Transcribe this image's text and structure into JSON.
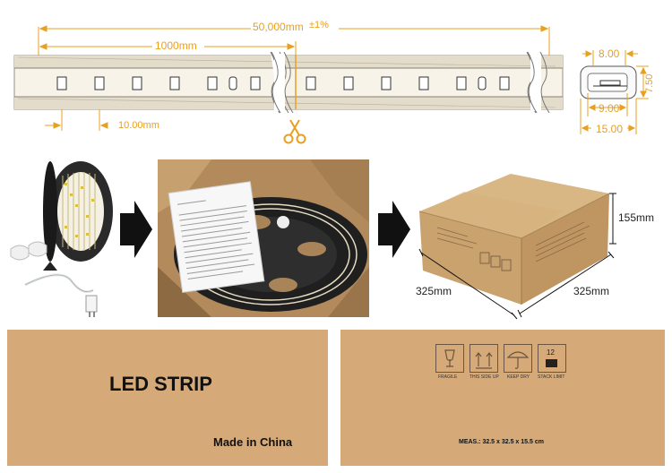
{
  "dimensions": {
    "total_length": "50,000mm",
    "tolerance": "±1%",
    "segment_length": "1000mm",
    "led_pitch": "10.00mm",
    "width_top": "8.00",
    "height": "7.50",
    "width_inner": "9.00",
    "width_total": "15.00"
  },
  "box_dimensions": {
    "height": "155mm",
    "length": "325mm",
    "width": "325mm"
  },
  "carton_front": {
    "title": "LED STRIP",
    "origin": "Made in China"
  },
  "carton_side": {
    "symbols": [
      {
        "icon": "fragile-glass-icon",
        "label": "FRAGILE"
      },
      {
        "icon": "this-side-up-icon",
        "label": "THIS SIDE UP"
      },
      {
        "icon": "keep-dry-umbrella-icon",
        "label": "KEEP DRY"
      },
      {
        "icon": "stack-limit-icon",
        "label": "STACK LIMIT",
        "value": "12"
      }
    ],
    "measurement": "MEAS.: 32.5 x 32.5 x 15.5 cm"
  },
  "colors": {
    "dimension_line": "#e8a020",
    "carton": "#d5aa78",
    "arrow": "#111111"
  }
}
